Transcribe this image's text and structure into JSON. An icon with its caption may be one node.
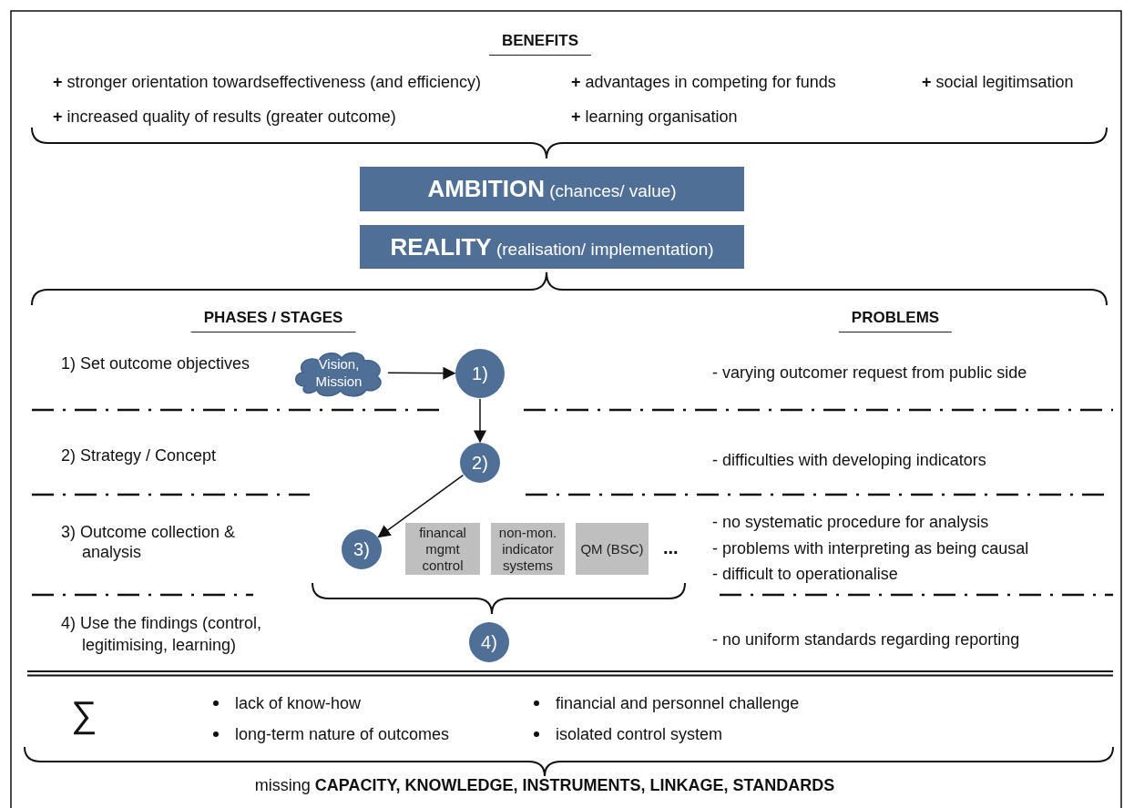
{
  "diagram": {
    "nodes": [
      {
        "text": [
          "**AMBITION** (chances/ value)"
        ]
      },
      {
        "text": [
          "**REALITY** (realisation/ implementation)"
        ]
      },
      {
        "text": [
          "Vision, Mission"
        ]
      },
      {
        "text": [
          "1)"
        ]
      },
      {
        "text": [
          "2)"
        ]
      },
      {
        "text": [
          "3)"
        ]
      },
      {
        "text": [
          "financal mgmt control"
        ]
      },
      {
        "text": [
          "non-mon. indicator systems"
        ]
      },
      {
        "text": [
          "QM (BSC)"
        ]
      },
      {
        "text": [
          "4)"
        ]
      }
    ],
    "edges": [
      {
        "from": 2,
        "to": 3,
        "arrow": "to"
      },
      {
        "from": 3,
        "to": 4,
        "arrow": "to"
      },
      {
        "from": 4,
        "to": 5,
        "arrow": "to"
      }
    ],
    "labels": [
      "BENEFITS",
      "**+** stronger orientation towardseffectiveness (and efficiency)",
      "**+** advantages in competing for funds",
      "**+** social legitimsation",
      "**+** increased quality of results (greater outcome)",
      "**+** learning organisation",
      "PHASES / STAGES",
      "PROBLEMS",
      "1) Set outcome objectives",
      "- varying outcomer request from public side",
      "2) Strategy / Concept",
      "- difficulties with developing indicators",
      "3) Outcome collection & analysis",
      "- no systematic procedure for analysis",
      "- problems with interpreting as being causal",
      "- difficult to operationalise",
      "...",
      "4) Use the findings (control, legitimising, learning)",
      "- no uniform standards regarding reporting",
      "∑",
      "lack of know-how",
      "financial and personnel challenge",
      "long-term nature of outcomes",
      "isolated control system",
      "missing **CAPACITY, KNOWLEDGE, INSTRUMENTS, LINKAGE, STANDARDS**"
    ]
  }
}
